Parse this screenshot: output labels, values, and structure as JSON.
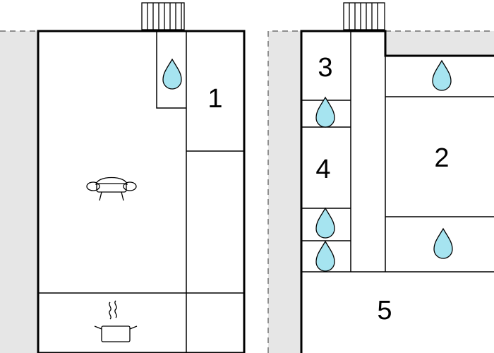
{
  "colors": {
    "wall": "#000000",
    "outside_area": "#e6e6e6",
    "water_drop": "#a6e4f0",
    "background": "#ffffff"
  },
  "rooms": [
    {
      "label": "1",
      "icon": "none"
    },
    {
      "label": "2",
      "icon": "none"
    },
    {
      "label": "3",
      "icon": "none"
    },
    {
      "label": "4",
      "icon": "none"
    },
    {
      "label": "5",
      "icon": "none"
    }
  ],
  "icons": {
    "sofa": "sofa-icon",
    "kitchen": "cooking-pot-icon",
    "water": "water-drop-icon",
    "chimney": "chimney-icon"
  }
}
